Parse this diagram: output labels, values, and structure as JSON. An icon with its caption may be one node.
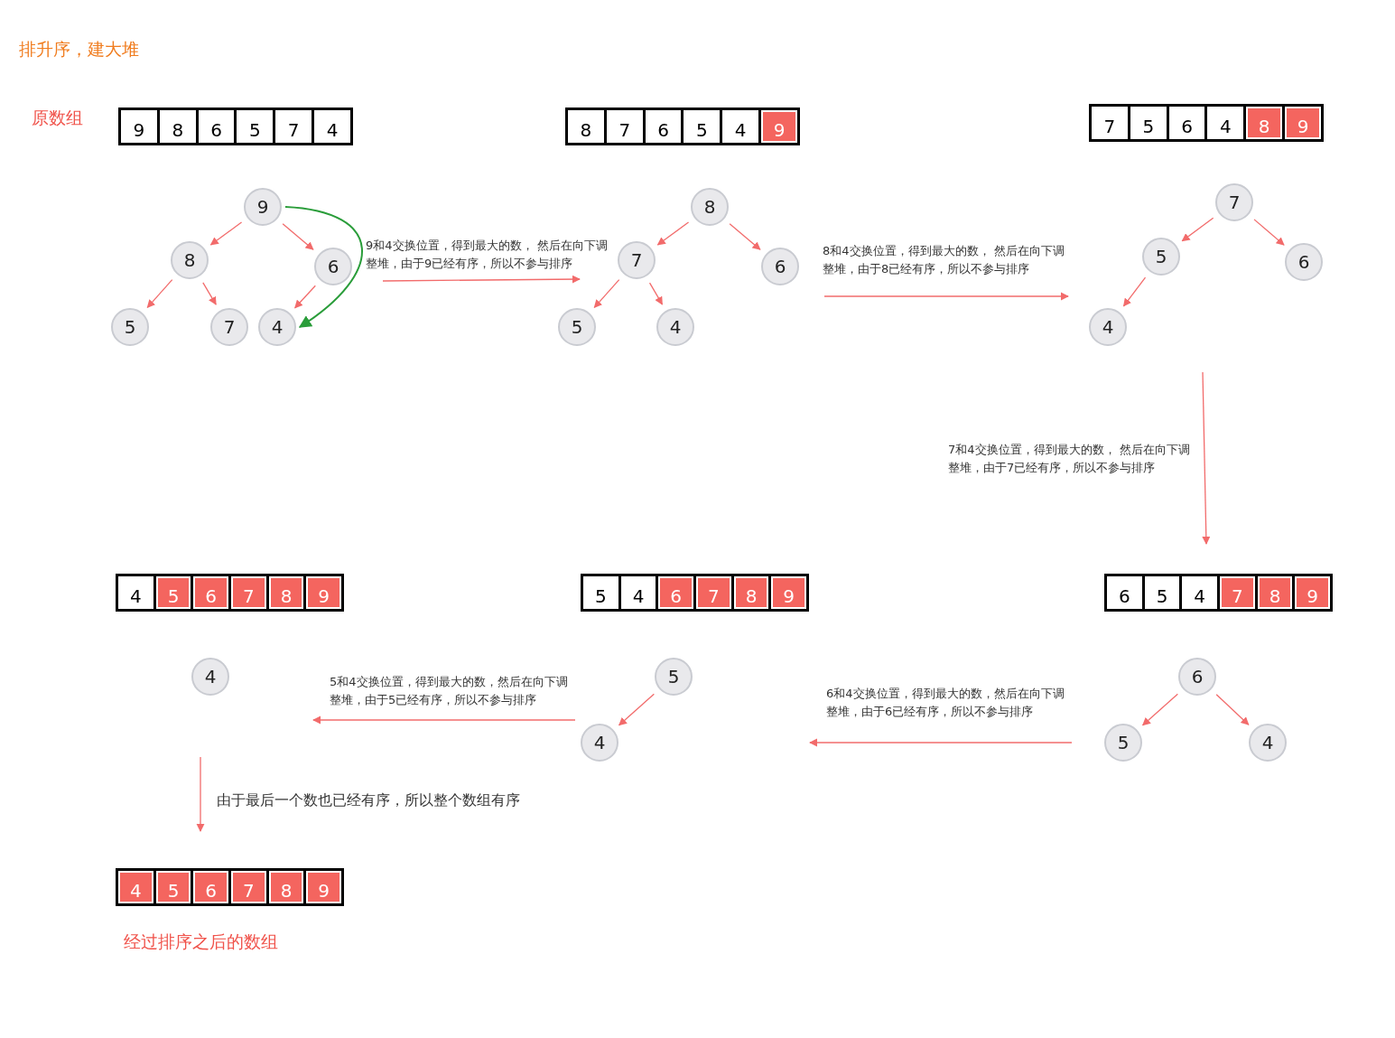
{
  "diagram": {
    "title": "排升序，建大堆",
    "nodes": [
      {
        "text": [
          "9",
          "8",
          "6",
          "5",
          "7",
          "4"
        ],
        "beside": [
          "原数组"
        ]
      },
      {
        "text": [
          "9"
        ]
      },
      {
        "text": [
          "8"
        ]
      },
      {
        "text": [
          "6"
        ]
      },
      {
        "text": [
          "5"
        ]
      },
      {
        "text": [
          "7"
        ]
      },
      {
        "text": [
          "4"
        ]
      },
      {
        "text": [
          "8",
          "7",
          "6",
          "5",
          "4",
          "9"
        ]
      },
      {
        "text": [
          "8"
        ]
      },
      {
        "text": [
          "7"
        ]
      },
      {
        "text": [
          "6"
        ]
      },
      {
        "text": [
          "5"
        ]
      },
      {
        "text": [
          "4"
        ]
      },
      {
        "text": [
          "7",
          "5",
          "6",
          "4",
          "8",
          "9"
        ]
      },
      {
        "text": [
          "7"
        ]
      },
      {
        "text": [
          "5"
        ]
      },
      {
        "text": [
          "6"
        ]
      },
      {
        "text": [
          "4"
        ]
      },
      {
        "text": [
          "4",
          "5",
          "6",
          "7",
          "8",
          "9"
        ]
      },
      {
        "text": [
          "5",
          "4",
          "6",
          "7",
          "8",
          "9"
        ]
      },
      {
        "text": [
          "6",
          "5",
          "4",
          "7",
          "8",
          "9"
        ]
      },
      {
        "text": [
          "4"
        ]
      },
      {
        "text": [
          "5"
        ]
      },
      {
        "text": [
          "4"
        ]
      },
      {
        "text": [
          "6"
        ]
      },
      {
        "text": [
          "5"
        ]
      },
      {
        "text": [
          "4"
        ]
      },
      {
        "text": [
          "4",
          "5",
          "6",
          "7",
          "8",
          "9"
        ],
        "beside": [
          "经过排序之后的数组"
        ]
      }
    ],
    "edges": [
      {
        "from": 1,
        "to": 2,
        "arrow": "to"
      },
      {
        "from": 1,
        "to": 3,
        "arrow": "to"
      },
      {
        "from": 2,
        "to": 4,
        "arrow": "to"
      },
      {
        "from": 2,
        "to": 5,
        "arrow": "to"
      },
      {
        "from": 3,
        "to": 6,
        "arrow": "to"
      },
      {
        "from": 1,
        "to": 6,
        "arrow": "to",
        "color": "#2a9d3a"
      },
      {
        "from": 8,
        "to": 9,
        "arrow": "to"
      },
      {
        "from": 8,
        "to": 10,
        "arrow": "to"
      },
      {
        "from": 9,
        "to": 11,
        "arrow": "to"
      },
      {
        "from": 9,
        "to": 12,
        "arrow": "to"
      },
      {
        "from": 14,
        "to": 15,
        "arrow": "to"
      },
      {
        "from": 14,
        "to": 16,
        "arrow": "to"
      },
      {
        "from": 15,
        "to": 17,
        "arrow": "to"
      },
      {
        "from": 24,
        "to": 25,
        "arrow": "to"
      },
      {
        "from": 24,
        "to": 26,
        "arrow": "to"
      },
      {
        "from": 22,
        "to": 23,
        "arrow": "to"
      }
    ],
    "labels": [
      "9和4交换位置，得到最大的数， 然后在向下调整堆，由于9已经有序，所以不参与排序",
      "8和4交换位置，得到最大的数， 然后在向下调整堆，由于8已经有序，所以不参与排序",
      "7和4交换位置，得到最大的数， 然后在向下调整堆，由于7已经有序，所以不参与排序",
      "5和4交换位置，得到最大的数，然后在向下调整堆，由于5已经有序，所以不参与排序",
      "6和4交换位置，得到最大的数，然后在向下调整堆，由于6已经有序，所以不参与排序",
      "由于最后一个数也已经有序，所以整个数组有序"
    ]
  }
}
